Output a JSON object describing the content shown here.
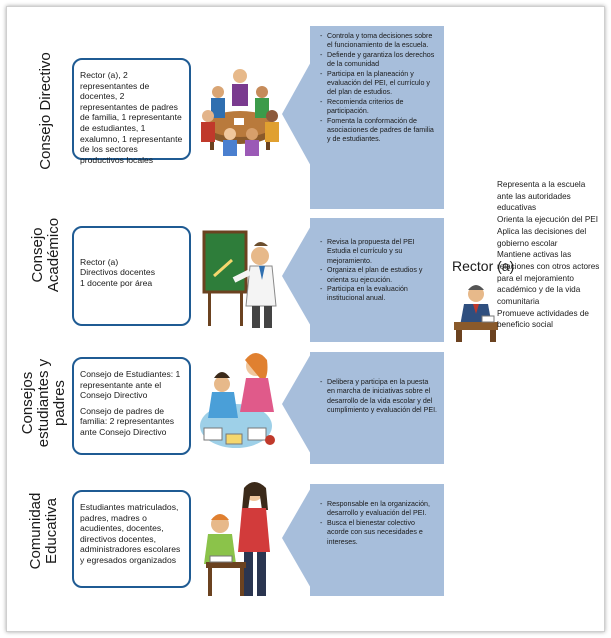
{
  "sections": [
    {
      "title": "Consejo Directivo",
      "members": [
        "Rector (a), 2 representantes de docentes, 2 representantes de padres de familia,  1 representante de estudiantes, 1 exalumno,  1 representante de los sectores productivos locales"
      ],
      "functions": [
        "Controla y toma decisiones sobre el funcionamiento de la escuela.",
        "Defiende y garantiza los derechos de la comunidad",
        "Participa en la planeación y evaluación del PEI, el currículo y del plan de estudios.",
        "Recomienda criterios de participación.",
        "Fomenta la conformación de asociaciones de padres de familia y de estudiantes."
      ]
    },
    {
      "title": "Consejo Académico",
      "members": [
        "Rector (a)\nDirectivos docentes\n1 docente por  área"
      ],
      "functions": [
        "Revisa la propuesta del PEI\nEstudia el currículo y su mejoramiento.",
        "Organiza el plan de estudios y orienta su ejecución.",
        "Participa en la evaluación institucional anual."
      ]
    },
    {
      "title": "Consejos estudiantes y padres",
      "members": [
        "Consejo de Estudiantes: 1 representante ante el Consejo Directivo",
        "Consejo de padres de familia: 2 representantes ante Consejo Directivo"
      ],
      "functions": [
        "Delibera y participa en la puesta en marcha de iniciativas sobre el desarrollo de la vida escolar y del cumplimiento y evaluación del PEI."
      ]
    },
    {
      "title": "Comunidad Educativa",
      "members": [
        "Estudiantes matriculados,  padres, madres o acudientes, docentes, directivos docentes, administradores escolares y egresados organizados"
      ],
      "functions": [
        "Responsable en la organización, desarrollo y evaluación del PEI.",
        "Busca el bienestar colectivo acorde con sus necesidades e intereses."
      ]
    }
  ],
  "rector": {
    "label": "Rector (a)",
    "lines": [
      "Representa a la escuela  ante las autoridades educativas",
      "Orienta la ejecución del PEI",
      "Aplica las decisiones del gobierno escolar",
      "Mantiene activas las relaciones con otros actores para el mejoramiento académico y de la vida comunitaria",
      "Promueve actividades de beneficio social"
    ]
  },
  "colors": {
    "panel": "#a7bedb",
    "box_border": "#1f5b93"
  },
  "icons": [
    "meeting-clipart-icon",
    "teacher-board-clipart-icon",
    "students-parents-clipart-icon",
    "community-clipart-icon",
    "rector-desk-clipart-icon"
  ]
}
